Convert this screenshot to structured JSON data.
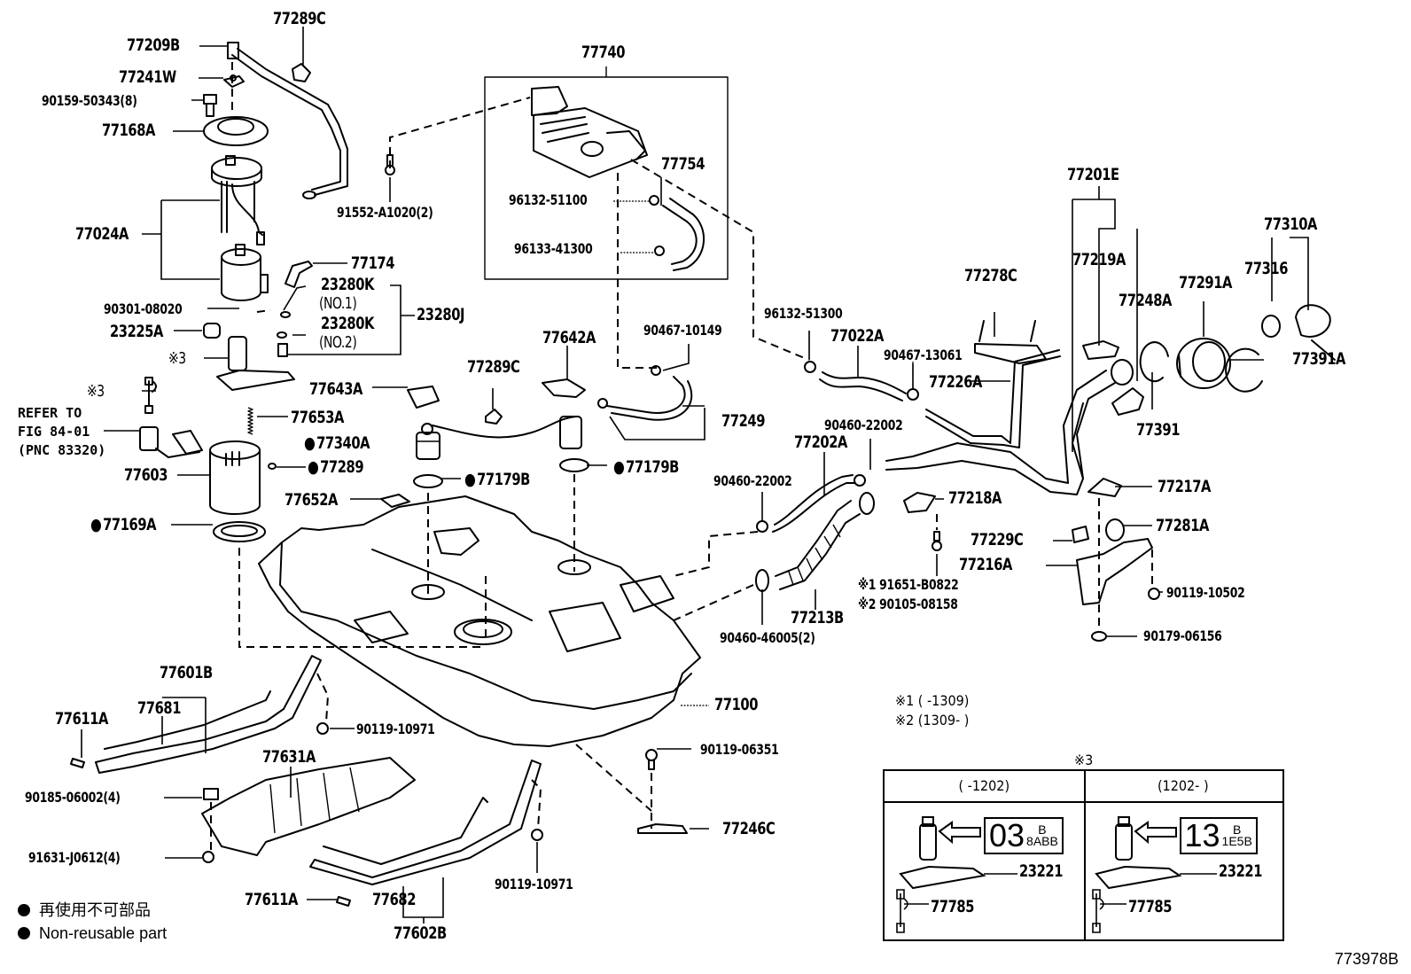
{
  "diagram": {
    "figure_number": "773978B",
    "type": "exploded parts diagram",
    "subject": "Fuel tank, fuel pump, filler pipe & charcoal canister"
  },
  "labels": {
    "p77289C_top": "77289C",
    "p77209B": "77209B",
    "p77241W": "77241W",
    "p90159": "90159-50343(8)",
    "p77168A": "77168A",
    "p77024A": "77024A",
    "p77174": "77174",
    "p23280K_1": "23280K",
    "no1": "(NO.1)",
    "p23280K_2": "23280K",
    "no2": "(NO.2)",
    "p23280J": "23280J",
    "p90301": "90301-08020",
    "p23225A": "23225A",
    "mark3_a": "※3",
    "mark3_b": "※3",
    "refer": [
      "REFER TO",
      "FIG 84-01",
      "(PNC 83320)"
    ],
    "p77653A": "77653A",
    "p77603": "77603",
    "p77289": "77289",
    "p77169A": "77169A",
    "p91552": "91552-A1020(2)",
    "p77740": "77740",
    "p77754": "77754",
    "p96132_51100": "96132-51100",
    "p96133": "96133-41300",
    "p77643A": "77643A",
    "p77289C_mid": "77289C",
    "p77642A": "77642A",
    "p90467_10149": "90467-10149",
    "p77249": "77249",
    "p77340A": "77340A",
    "p77179B_a": "77179B",
    "p77179B_b": "77179B",
    "p77652A": "77652A",
    "p96132_51300": "96132-51300",
    "p77022A": "77022A",
    "p90467_13061": "90467-13061",
    "p77226A": "77226A",
    "p77278C": "77278C",
    "p77201E": "77201E",
    "p77219A": "77219A",
    "p77248A": "77248A",
    "p77291A": "77291A",
    "p77310A": "77310A",
    "p77316": "77316",
    "p77391A": "77391A",
    "p77391": "77391",
    "p90460_top": "90460-22002",
    "p77202A": "77202A",
    "p90460_left": "90460-22002",
    "p77218A": "77218A",
    "p77217A": "77217A",
    "p77281A": "77281A",
    "p77229C": "77229C",
    "p77216A": "77216A",
    "p91651": "※1 91651-B0822",
    "p90105": "※2 90105-08158",
    "p77213B": "77213B",
    "p90460_46005": "90460-46005(2)",
    "p90119_10502": "90119-10502",
    "p90179": "90179-06156",
    "p77100": "77100",
    "p90119_06351": "90119-06351",
    "p77246C": "77246C",
    "p77601B": "77601B",
    "p77681": "77681",
    "p77611A_a": "77611A",
    "p90119_10971_a": "90119-10971",
    "p77631A": "77631A",
    "p90185": "90185-06002(4)",
    "p91631": "91631-J0612(4)",
    "p77611A_b": "77611A",
    "p77682": "77682",
    "p77602B": "77602B",
    "p90119_10971_b": "90119-10971"
  },
  "notes": {
    "n1": "※1 (    -1309)",
    "n2": "※2 (1309-    )"
  },
  "variant_table": {
    "title": "※3",
    "columns": [
      {
        "header": "(    -1202)",
        "code_big": "03",
        "code_top": "B",
        "code_bottom": "8ABB",
        "part": "23221",
        "sender": "77785"
      },
      {
        "header": "(1202-    )",
        "code_big": "13",
        "code_top": "B",
        "code_bottom": "1E5B",
        "part": "23221",
        "sender": "77785"
      }
    ]
  },
  "legend": {
    "jp": "再使用不可部品",
    "en": "Non-reusable part"
  }
}
